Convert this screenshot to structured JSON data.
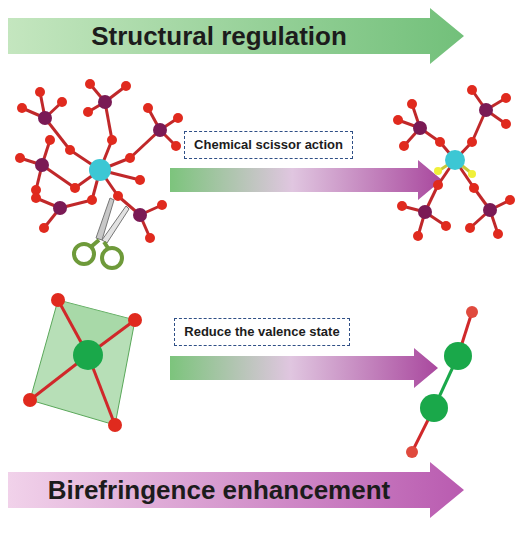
{
  "diagram": {
    "nodes": [
      {
        "text": [
          "Structural regulation"
        ]
      },
      {
        "text": [
          "Chemical scissor action"
        ]
      },
      {
        "text": [
          "Reduce the valence state"
        ]
      },
      {
        "text": [
          "Birefringence enhancement"
        ]
      }
    ]
  }
}
